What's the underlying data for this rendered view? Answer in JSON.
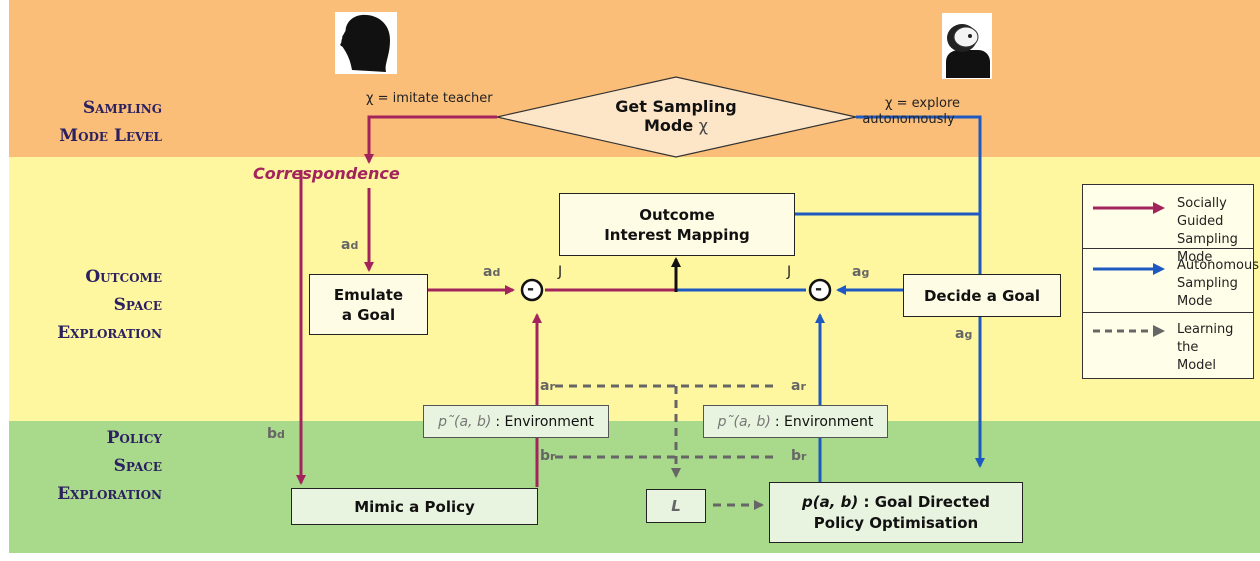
{
  "levels": {
    "sampling": [
      "Sampling",
      "Mode Level"
    ],
    "outcome": [
      "Outcome",
      "Space",
      "Exploration"
    ],
    "policy": [
      "Policy",
      "Space",
      "Exploration"
    ]
  },
  "nodes": {
    "get_sampling": [
      "Get Sampling",
      "Mode"
    ],
    "get_sampling_chi": "χ",
    "outcome_interest": [
      "Outcome",
      "Interest Mapping"
    ],
    "emulate": [
      "Emulate",
      "a Goal"
    ],
    "decide": "Decide a Goal",
    "mimic": "Mimic a Policy",
    "goal_directed_prefix": "p(a, b)",
    "goal_directed_colon": " : ",
    "goal_directed": [
      "Goal Directed",
      "Policy Optimisation"
    ],
    "environment_prefix": "p˜(a, b)",
    "environment_label": ": Environment",
    "learning": "L",
    "correspondence": "Correspondence",
    "minus": "-"
  },
  "edge_labels": {
    "imitate": "χ = imitate teacher",
    "explore": [
      "χ = explore",
      "autonomously"
    ],
    "J": "J"
  },
  "symbols": {
    "a": "a",
    "b": "b",
    "d": "d",
    "g": "g",
    "r": "r"
  },
  "legend": [
    {
      "label": [
        "Socially Guided",
        "Sampling Mode"
      ],
      "color": "#a3245c",
      "style": "solid"
    },
    {
      "label": [
        "Autonomous",
        "Sampling Mode"
      ],
      "color": "#1d59c0",
      "style": "solid"
    },
    {
      "label": [
        "Learning the",
        "Model"
      ],
      "color": "#666666",
      "style": "dashed"
    }
  ],
  "colors": {
    "social": "#a3245c",
    "autonomous": "#1d59c0",
    "learning": "#666666"
  }
}
